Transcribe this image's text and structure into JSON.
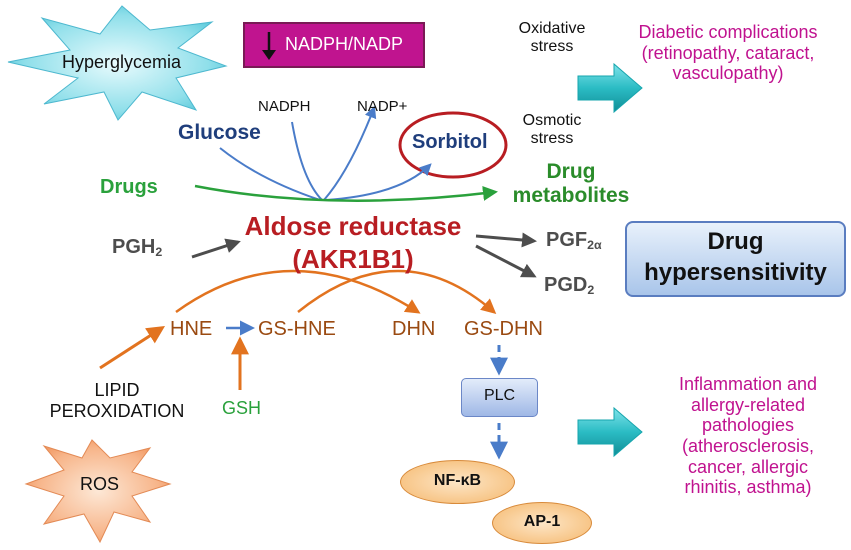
{
  "nodes": {
    "hyperglycemia": "Hyperglycemia",
    "nadph_ratio": "NADPH/NADP",
    "nadph": "NADPH",
    "nadp_plus": "NADP+",
    "glucose": "Glucose",
    "sorbitol": "Sorbitol",
    "oxidative_stress": [
      "Oxidative",
      "stress"
    ],
    "osmotic_stress": [
      "Osmotic",
      "stress"
    ],
    "diabetic_complications": [
      "Diabetic complications",
      "(retinopathy, cataract,",
      "vasculopathy)"
    ],
    "drugs": "Drugs",
    "drug_metabolites": [
      "Drug",
      "metabolites"
    ],
    "pgh2": {
      "base": "PGH",
      "sub": "2"
    },
    "aldose_reductase": [
      "Aldose reductase",
      "(AKR1B1)"
    ],
    "pgf2a": {
      "base": "PGF",
      "sub": "2α"
    },
    "pgd2": {
      "base": "PGD",
      "sub": "2"
    },
    "drug_hypersensitivity": [
      "Drug",
      "hypersensitivity"
    ],
    "hne": "HNE",
    "gs_hne": "GS-HNE",
    "dhn": "DHN",
    "gs_dhn": "GS-DHN",
    "lipid_peroxidation": [
      "LIPID",
      "PEROXIDATION"
    ],
    "gsh": "GSH",
    "ros": "ROS",
    "plc": "PLC",
    "nfkb": "NF-κB",
    "ap1": "AP-1",
    "inflammation": [
      "Inflammation and",
      "allergy-related",
      "pathologies",
      "(atherosclerosis,",
      "cancer, allergic",
      "rhinitis, asthma)"
    ]
  },
  "colors": {
    "blue_arrow": "#4a7cc9",
    "green_arrow": "#2aa13c",
    "orange_arrow": "#e2731f",
    "grey_arrow": "#4d4d4d",
    "magenta_box": "#c0148f",
    "sorbitol_ring": "#b81d22",
    "teal_arrow": "#2bbcc4"
  },
  "icons": [
    "starburst-hyperglycemia",
    "starburst-ros",
    "down-arrow-icon",
    "teal-block-arrow-icon"
  ]
}
